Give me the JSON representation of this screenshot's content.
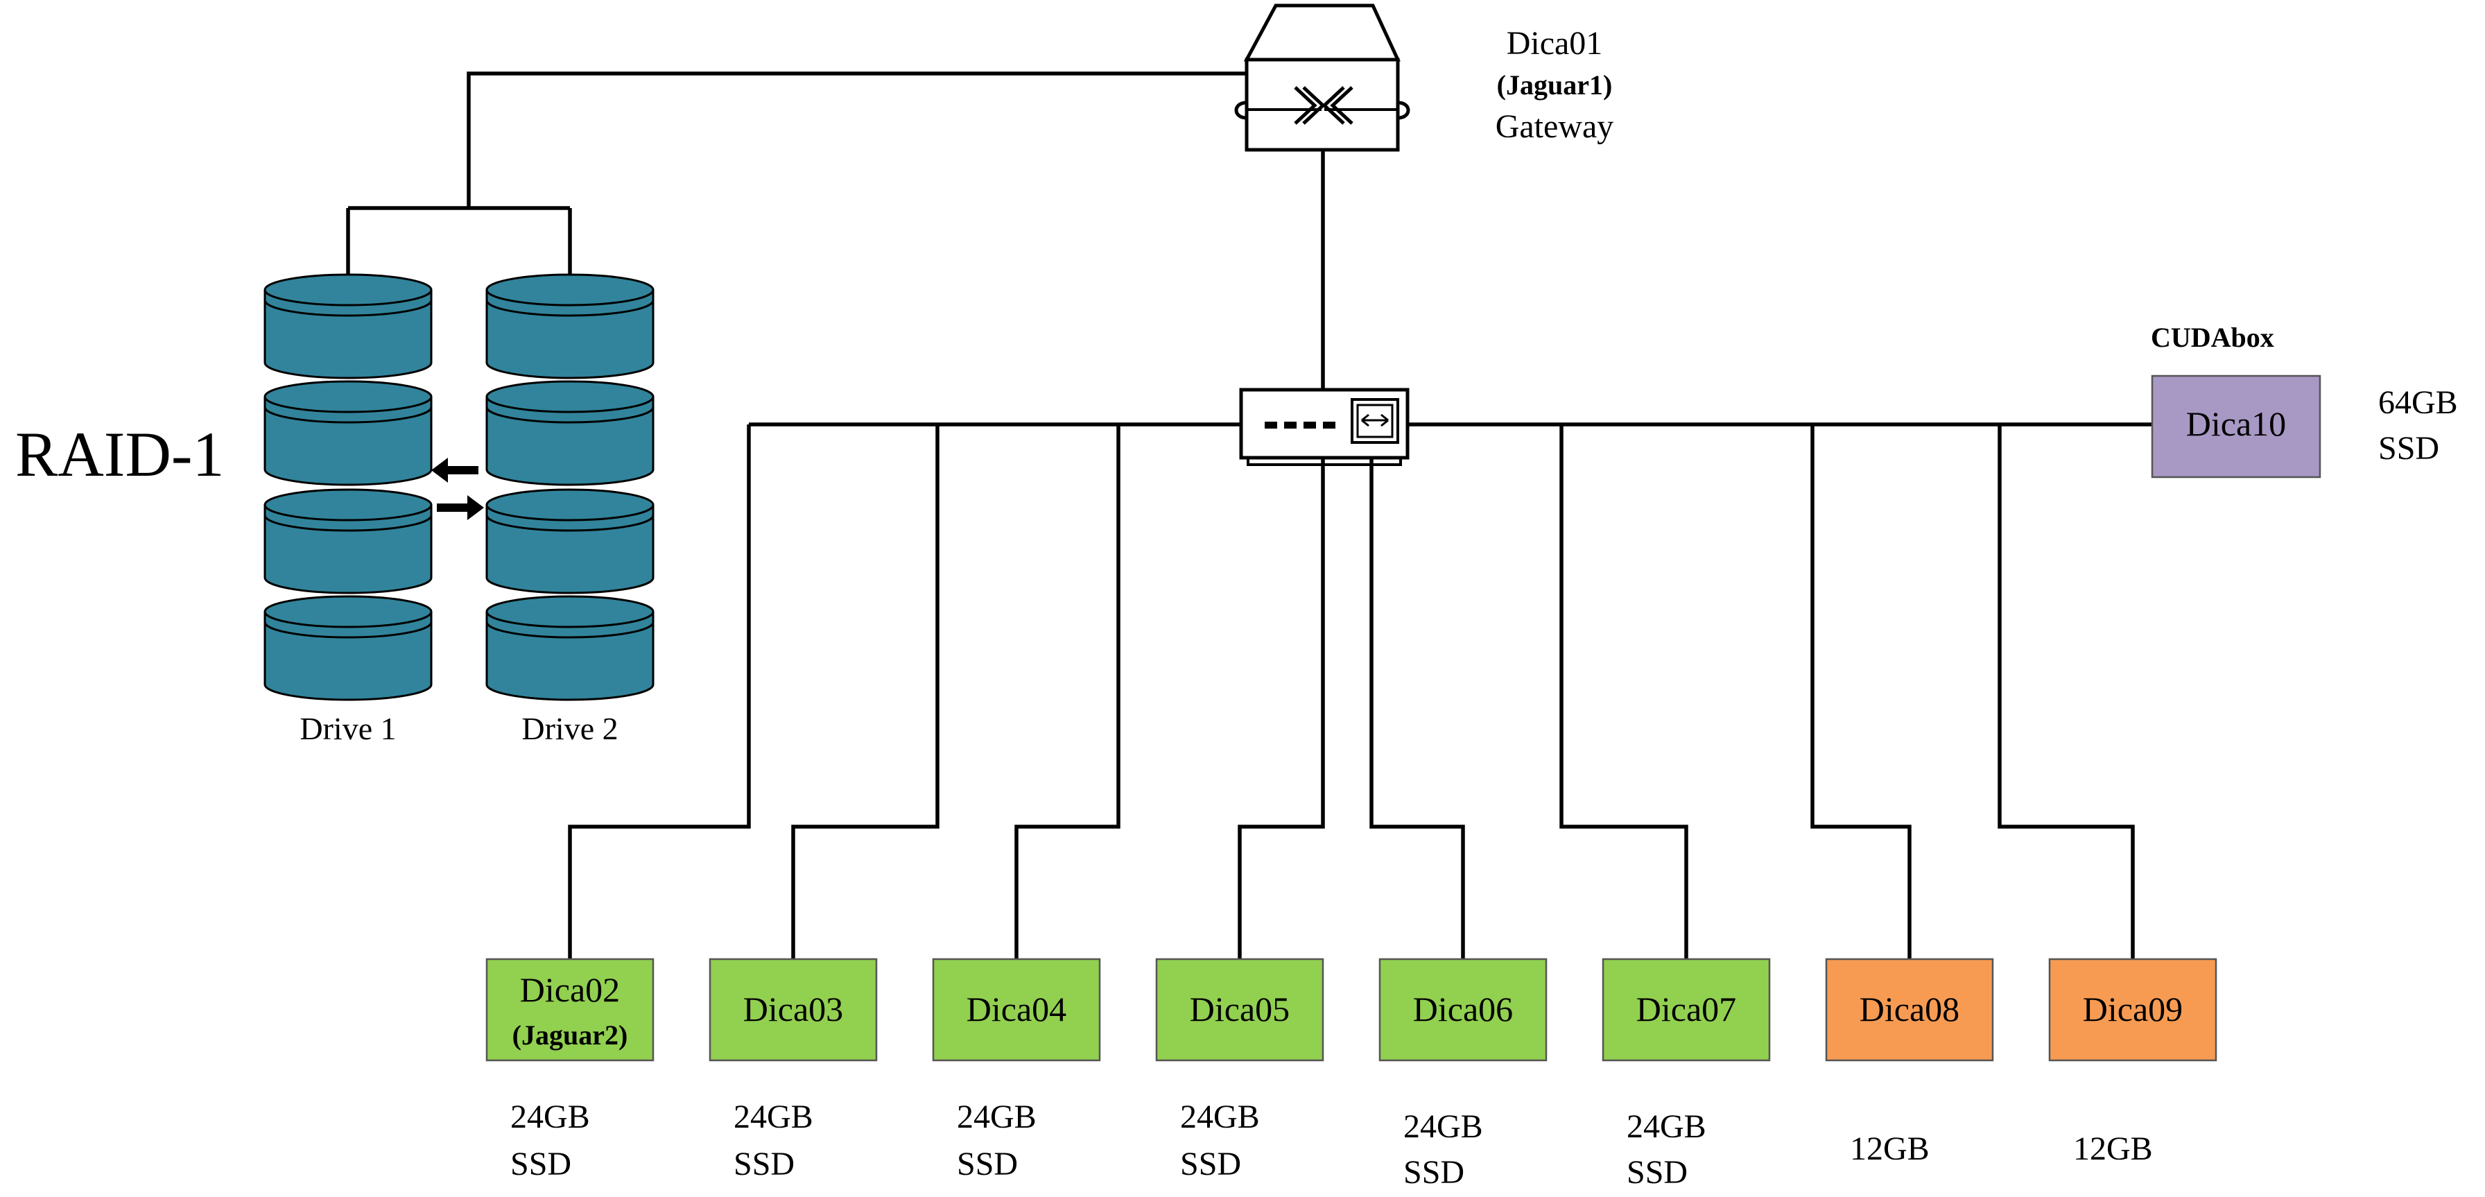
{
  "raid_label": "RAID-1",
  "gateway": {
    "name": "Dica01",
    "alias": "(Jaguar1)",
    "role": "Gateway"
  },
  "drives": [
    "Drive 1",
    "Drive 2"
  ],
  "cudabox": {
    "label": "CUDAbox",
    "name": "Dica10",
    "storage": [
      "64GB",
      "SSD"
    ],
    "color": "#a898c4"
  },
  "nodes": [
    {
      "name": "Dica02",
      "alias": "(Jaguar2)",
      "storage": [
        "24GB",
        "SSD"
      ],
      "color": "#92d050"
    },
    {
      "name": "Dica03",
      "storage": [
        "24GB",
        "SSD"
      ],
      "color": "#92d050"
    },
    {
      "name": "Dica04",
      "storage": [
        "24GB",
        "SSD"
      ],
      "color": "#92d050"
    },
    {
      "name": "Dica05",
      "storage": [
        "24GB",
        "SSD"
      ],
      "color": "#92d050"
    },
    {
      "name": "Dica06",
      "storage": [
        "24GB",
        "SSD"
      ],
      "color": "#92d050"
    },
    {
      "name": "Dica07",
      "storage": [
        "24GB",
        "SSD"
      ],
      "color": "#92d050"
    },
    {
      "name": "Dica08",
      "storage": [
        "12GB"
      ],
      "color": "#f79b53"
    },
    {
      "name": "Dica09",
      "storage": [
        "12GB"
      ],
      "color": "#f79b53"
    }
  ],
  "colors": {
    "disk": "#31849b",
    "wire": "#000000"
  },
  "icons": {
    "gateway": "router-icon",
    "switch": "network-switch-icon",
    "disk": "disk-platter-icon",
    "sync": "sync-arrow-icon"
  }
}
